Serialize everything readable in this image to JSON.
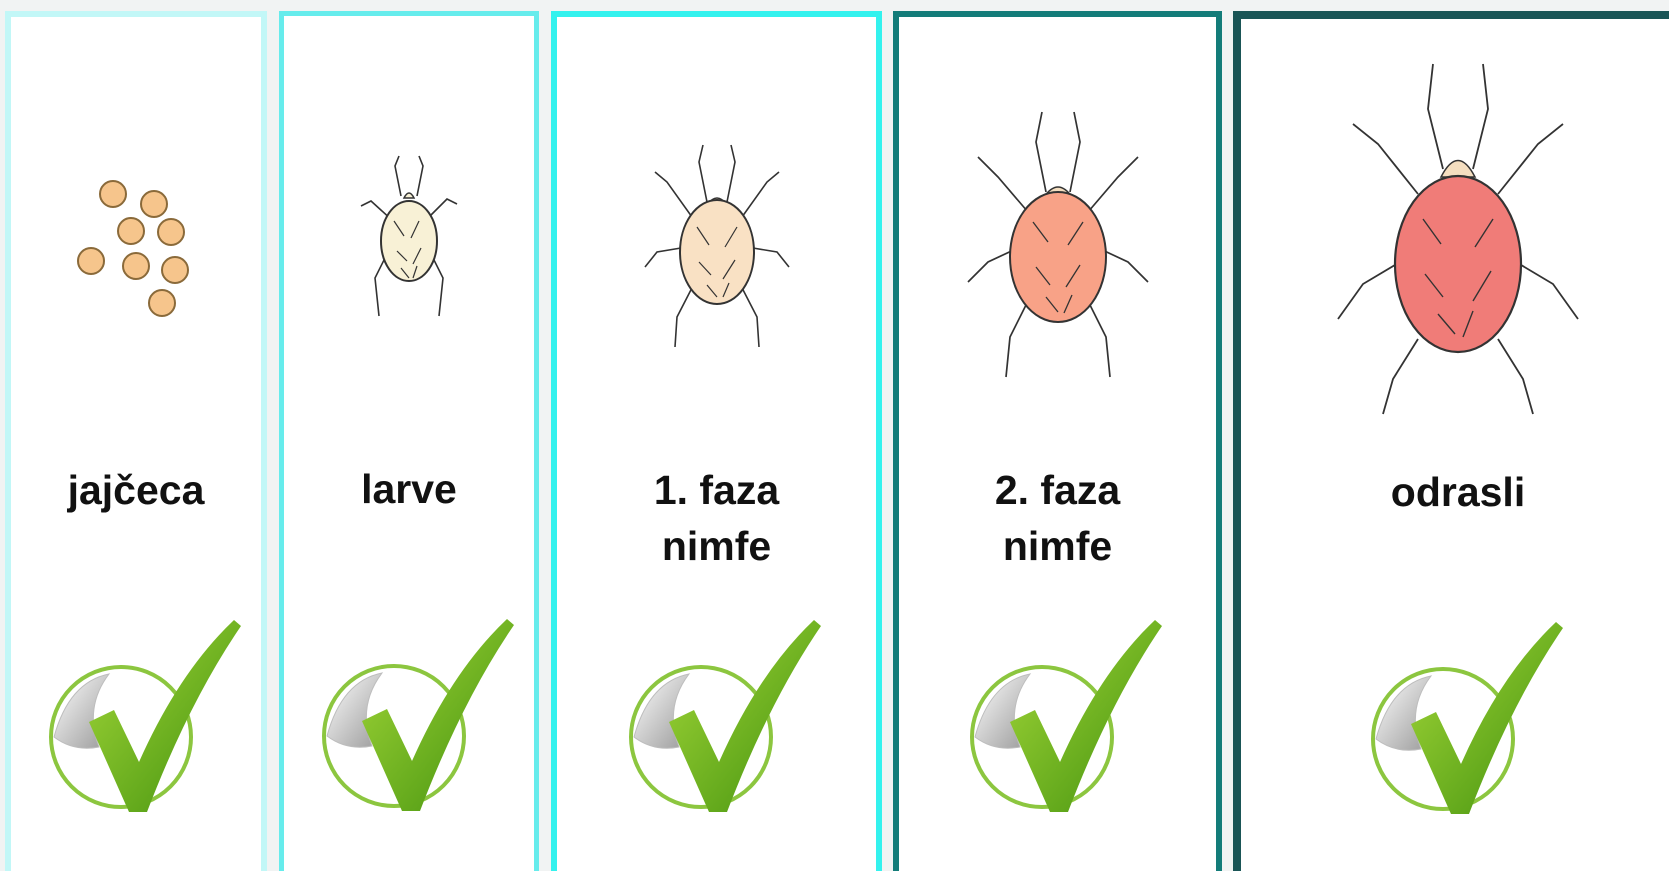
{
  "stages": [
    {
      "label_lines": [
        "jajčeca"
      ],
      "icon": "eggs-icon",
      "body_color": "#f6c58c"
    },
    {
      "label_lines": [
        "larve"
      ],
      "icon": "larva-mite-icon",
      "body_color": "#f8f1d6"
    },
    {
      "label_lines": [
        "1. faza",
        "nimfe"
      ],
      "icon": "protonymph-mite-icon",
      "body_color": "#f9e1c4"
    },
    {
      "label_lines": [
        "2. faza",
        "nimfe"
      ],
      "icon": "deutonymph-mite-icon",
      "body_color": "#f8a287"
    },
    {
      "label_lines": [
        "odrasli"
      ],
      "icon": "adult-mite-icon",
      "body_color": "#f07c78"
    }
  ],
  "check_icon": "green-checkmark-sticker-icon",
  "colors": {
    "check_green": "#7cbf1e",
    "check_dark": "#4e9a10"
  }
}
